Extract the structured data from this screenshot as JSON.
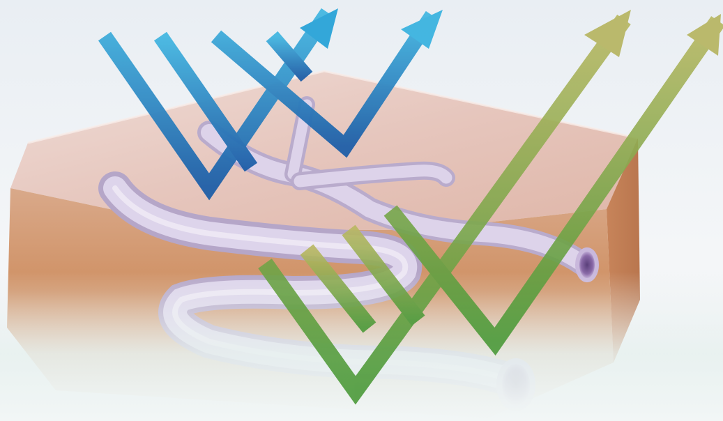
{
  "scene": {
    "subject": "skin-cross-section-with-veins",
    "colors": {
      "background": "#eef2f5",
      "skin_top": "#e6c6bd",
      "skin_side": "#d49a6f",
      "vein": "#d8cfe6",
      "blue_light": "#44b6e0",
      "blue_dark": "#1f5fa8",
      "green_light": "#b4b65e",
      "green_dark": "#4c9a3a"
    },
    "light_paths": [
      {
        "color_group": "blue",
        "count": 4,
        "ends_in_arrow": 2
      },
      {
        "color_group": "green",
        "count": 4,
        "ends_in_arrow": 2
      }
    ]
  }
}
